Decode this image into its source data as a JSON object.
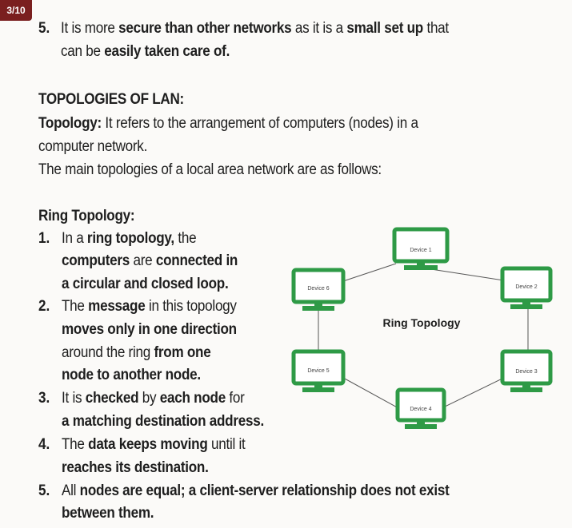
{
  "page_badge": "3/10",
  "intro_point": {
    "number": "5.",
    "line1": {
      "t1": "It is more ",
      "b1": "secure than other networks",
      "t2": " as it is a ",
      "b2": "small set up",
      "t3": " that"
    },
    "line2": {
      "t1": "can be ",
      "b1": "easily taken care of."
    }
  },
  "topologies_heading": "TOPOLOGIES OF LAN:",
  "topology_def": {
    "term": "Topology:",
    "line1_rest": " It refers to the arrangement of computers (nodes) in a",
    "line2": "computer network.",
    "line3": "The main topologies of a local area network are as follows:"
  },
  "ring_heading": "Ring Topology:",
  "ring_points": [
    {
      "number": "1.",
      "lines": [
        {
          "t1": "In a ",
          "b1": "ring topology,",
          "t2": " the"
        },
        {
          "b1": "computers",
          "t2": " are ",
          "b2": "connected in"
        },
        {
          "b1": "a circular and closed loop."
        }
      ]
    },
    {
      "number": "2.",
      "lines": [
        {
          "t1": "The ",
          "b1": "message",
          "t2": " in this topology"
        },
        {
          "b1": "moves only in one direction"
        },
        {
          "t1": "around the ring ",
          "b1": "from one"
        },
        {
          "b1": "node to another node."
        }
      ]
    },
    {
      "number": "3.",
      "lines": [
        {
          "t1": "It is ",
          "b1": "checked",
          "t2": " by ",
          "b2": "each node",
          "t3": " for"
        },
        {
          "b1": "a matching destination address."
        }
      ]
    },
    {
      "number": "4.",
      "lines": [
        {
          "t1": "The ",
          "b1": "data keeps moving",
          "t2": " until it"
        },
        {
          "b1": "reaches its destination."
        }
      ]
    },
    {
      "number": "5.",
      "lines": [
        {
          "t1": "All ",
          "b1": "nodes are equal;",
          "t2": " ",
          "b2": "a client-server relationship does not exist"
        },
        {
          "b1": "between them."
        }
      ]
    }
  ],
  "diagram": {
    "title": "Ring Topology",
    "devices": [
      "Device 1",
      "Device 2",
      "Device 3",
      "Device 4",
      "Device 5",
      "Device 6"
    ],
    "monitor_color": "#2e9a46"
  }
}
